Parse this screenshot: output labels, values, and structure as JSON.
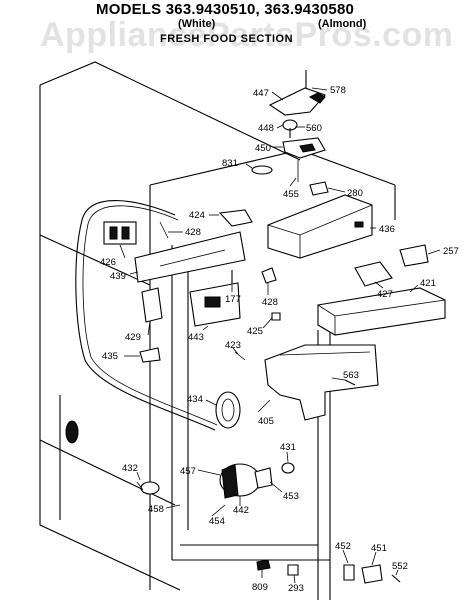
{
  "header": {
    "models": "MODELS 363.9430510, 363.9430580",
    "white": "(White)",
    "almond": "(Almond)",
    "section": "FRESH FOOD SECTION"
  },
  "watermark": "AppliancePartsPros.com",
  "parts": {
    "p447": "447",
    "p578": "578",
    "p448": "448",
    "p560": "560",
    "p450": "450",
    "p831": "831",
    "p455": "455",
    "p280": "280",
    "p424": "424",
    "p428a": "428",
    "p436": "436",
    "p426": "426",
    "p439": "439",
    "p257": "257",
    "p427": "427",
    "p421": "421",
    "p177": "177",
    "p428b": "428",
    "p429": "429",
    "p443": "443",
    "p425": "425",
    "p423": "423",
    "p435": "435",
    "p563": "563",
    "p434": "434",
    "p405": "405",
    "p431": "431",
    "p432": "432",
    "p457": "457",
    "p453": "453",
    "p442": "442",
    "p458": "458",
    "p454": "454",
    "p452": "452",
    "p451": "451",
    "p552": "552",
    "p809": "809",
    "p293": "293"
  }
}
